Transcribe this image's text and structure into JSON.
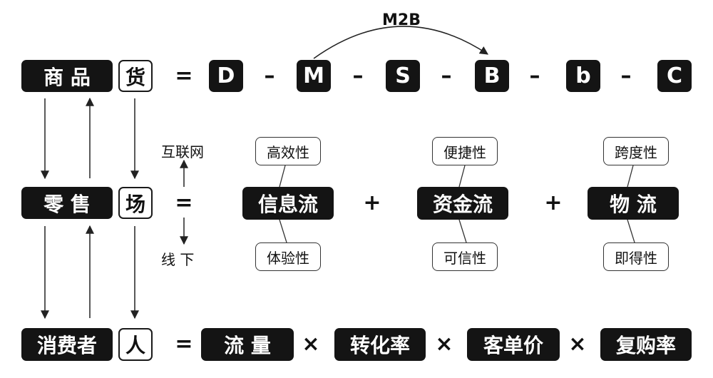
{
  "row_goods": {
    "left": [
      "商 品"
    ],
    "cat": "货",
    "eq": "=",
    "chain": [
      "D",
      "M",
      "S",
      "B",
      "b",
      "C"
    ],
    "sep": "–",
    "m2b": "M2B"
  },
  "row_place": {
    "left": "零 售",
    "cat": "场",
    "eq": "=",
    "online": "互联网",
    "offline": "线 下",
    "flows": [
      {
        "label": "信息流",
        "top": "高效性",
        "bottom": "体验性"
      },
      {
        "label": "资金流",
        "top": "便捷性",
        "bottom": "可信性"
      },
      {
        "label": "物 流",
        "top": "跨度性",
        "bottom": "即得性"
      }
    ],
    "plus": "+"
  },
  "row_people": {
    "left": "消费者",
    "cat": "人",
    "eq": "=",
    "factors": [
      "流 量",
      "转化率",
      "客单价",
      "复购率"
    ],
    "times": "×"
  },
  "colors": {
    "dark_box": "#141414",
    "line": "#222222",
    "background": "#ffffff"
  }
}
